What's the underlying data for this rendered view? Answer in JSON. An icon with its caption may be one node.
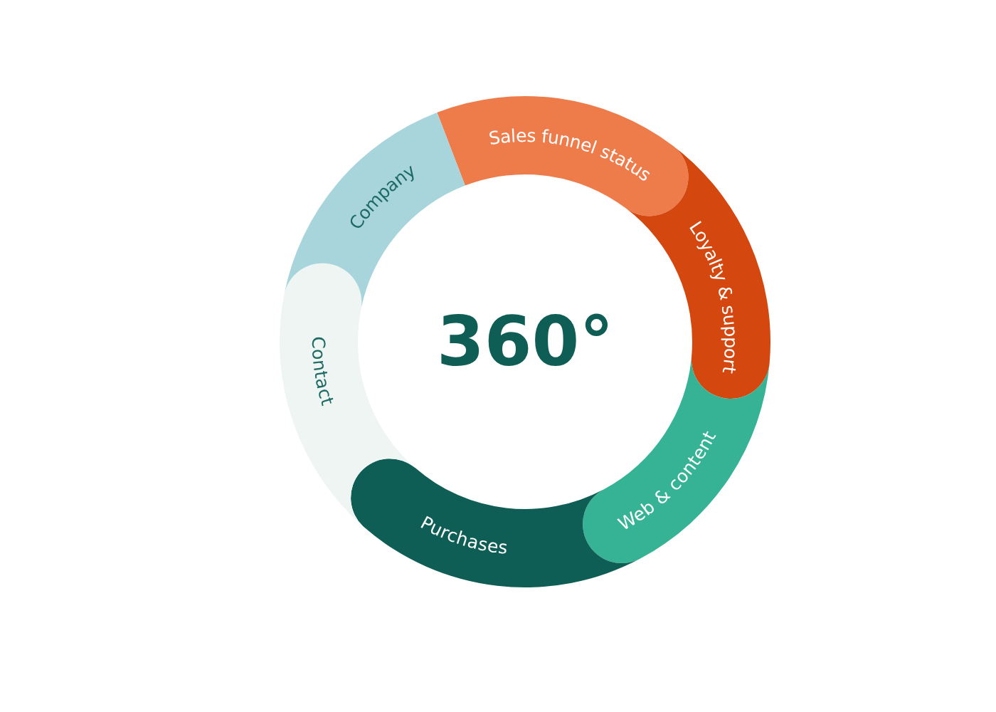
{
  "diagram": {
    "nodes": [
      {
        "text": [
          "360°"
        ]
      },
      {
        "text": [
          "Sales funnel status"
        ]
      },
      {
        "text": [
          "Loyalty & support"
        ]
      },
      {
        "text": [
          "Web & content"
        ]
      },
      {
        "text": [
          "Purchases"
        ]
      },
      {
        "text": [
          "Contact"
        ]
      },
      {
        "text": [
          "Company"
        ]
      }
    ]
  }
}
